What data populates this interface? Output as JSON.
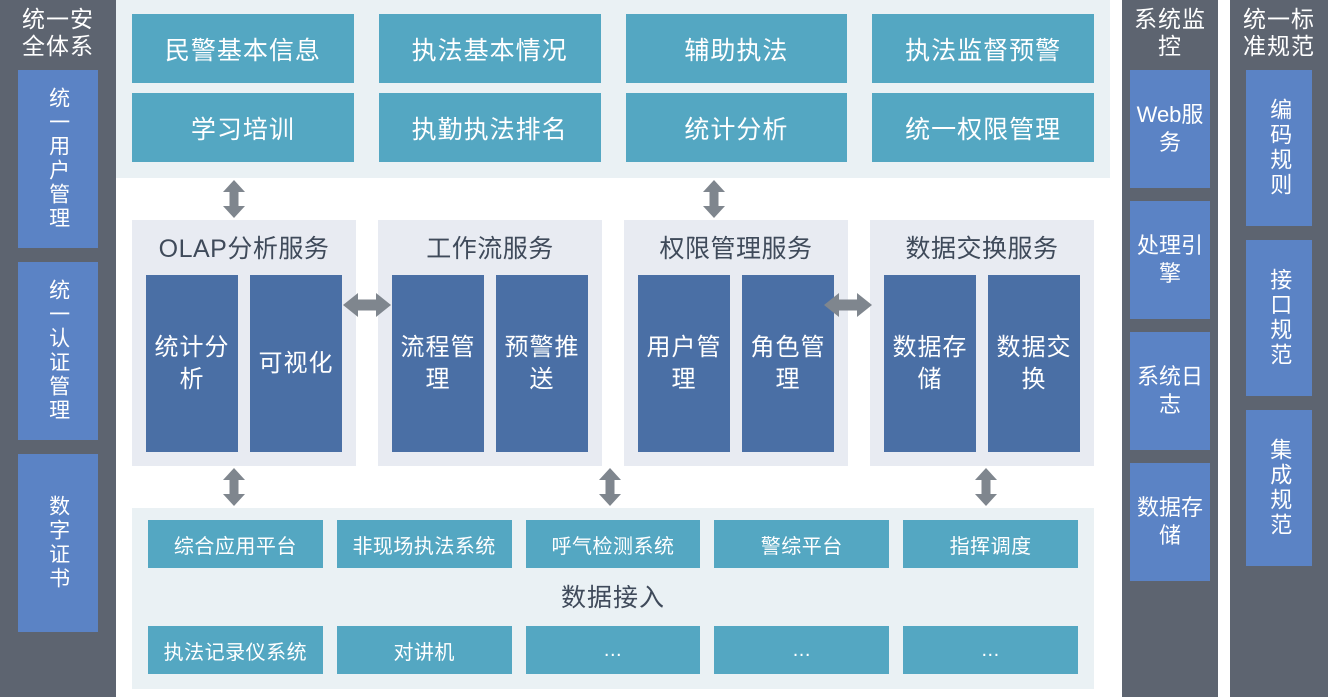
{
  "left_rail": {
    "title": "统一安全体系",
    "items": [
      {
        "label": "统一用户管理"
      },
      {
        "label": "统一认证管理"
      },
      {
        "label": "数字证书"
      }
    ]
  },
  "application_layer": {
    "boxes": [
      {
        "label": "民警基本信息"
      },
      {
        "label": "执法基本情况"
      },
      {
        "label": "辅助执法"
      },
      {
        "label": "执法监督预警"
      },
      {
        "label": "学习培训"
      },
      {
        "label": "执勤执法排名"
      },
      {
        "label": "统计分析"
      },
      {
        "label": "统一权限管理"
      }
    ]
  },
  "service_layer": {
    "panels": [
      {
        "title": "OLAP分析服务",
        "subs": [
          {
            "label": "统计分析"
          },
          {
            "label": "可视化"
          }
        ]
      },
      {
        "title": "工作流服务",
        "subs": [
          {
            "label": "流程管理"
          },
          {
            "label": "预警推送"
          }
        ]
      },
      {
        "title": "权限管理服务",
        "subs": [
          {
            "label": "用户管理"
          },
          {
            "label": "角色管理"
          }
        ]
      },
      {
        "title": "数据交换服务",
        "subs": [
          {
            "label": "数据存储"
          },
          {
            "label": "数据交换"
          }
        ]
      }
    ]
  },
  "data_layer": {
    "caption": "数据接入",
    "row_top": [
      {
        "label": "综合应用平台"
      },
      {
        "label": "非现场执法系统"
      },
      {
        "label": "呼气检测系统"
      },
      {
        "label": "警综平台"
      },
      {
        "label": "指挥调度"
      }
    ],
    "row_bottom": [
      {
        "label": "执法记录仪系统"
      },
      {
        "label": "对讲机"
      },
      {
        "label": "..."
      },
      {
        "label": "..."
      },
      {
        "label": "..."
      }
    ]
  },
  "right_rail_monitor": {
    "title": "系统监控",
    "items": [
      {
        "label": "Web服务"
      },
      {
        "label": "处理引擎"
      },
      {
        "label": "系统日志"
      },
      {
        "label": "数据存储"
      }
    ]
  },
  "right_rail_standard": {
    "title": "统一标准规范",
    "items": [
      {
        "label": "编码规则"
      },
      {
        "label": "接口规范"
      },
      {
        "label": "集成规范"
      }
    ]
  },
  "arrows": {
    "vertical_up_down_icon": "double-arrow-vertical-icon",
    "horizontal_left_right_icon": "double-arrow-horizontal-icon"
  },
  "colors": {
    "rail_bg": "#5d6470",
    "rail_box": "#5b83c5",
    "app_box": "#54a7c2",
    "app_panel_bg": "#eaf1f4",
    "service_panel_bg": "#e8ebf2",
    "service_sub_box": "#4a6fa5",
    "arrow": "#7f868e",
    "dark_text": "#3f4a5a"
  }
}
